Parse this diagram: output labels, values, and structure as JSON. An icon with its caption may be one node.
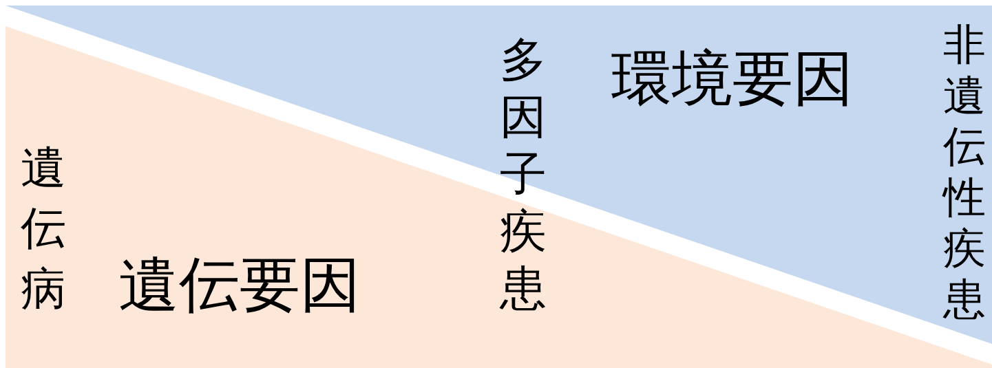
{
  "diagram": {
    "nodes": [
      {
        "text": [
          "環境要因"
        ]
      },
      {
        "text": [
          "遺伝要因"
        ]
      }
    ],
    "labels": [
      "遺伝病",
      "多因子疾患",
      "非遺伝性疾患"
    ]
  }
}
